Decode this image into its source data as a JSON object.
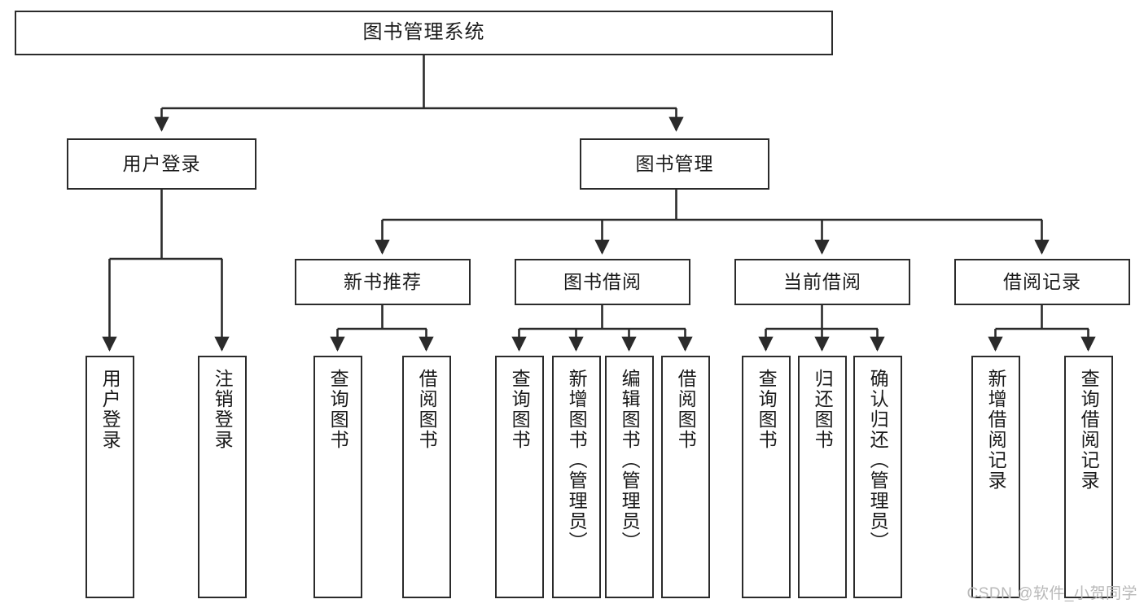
{
  "diagram": {
    "title": "图书管理系统",
    "type": "tree-hierarchy",
    "orientation": "top-down",
    "line_color": "#2b2b2b",
    "box_fill": "#ffffff",
    "text_color": "#1a1a1a"
  },
  "watermark": {
    "text": "CSDN @软件_小贺同学",
    "color": "#b9b9b9"
  },
  "nodes": {
    "root": {
      "label": "图书管理系统"
    },
    "level2": [
      {
        "id": "user-login",
        "label": "用户登录"
      },
      {
        "id": "book-manage",
        "label": "图书管理"
      }
    ],
    "level3": [
      {
        "id": "new-book-rec",
        "label": "新书推荐"
      },
      {
        "id": "book-borrow",
        "label": "图书借阅"
      },
      {
        "id": "current-borrow",
        "label": "当前借阅"
      },
      {
        "id": "borrow-record",
        "label": "借阅记录"
      }
    ],
    "leaves": {
      "user-login": [
        {
          "id": "leaf-user-login",
          "label": "用户登录"
        },
        {
          "id": "leaf-user-logout",
          "label": "注销登录"
        }
      ],
      "new-book-rec": [
        {
          "id": "leaf-query-book-1",
          "label": "查询图书"
        },
        {
          "id": "leaf-borrow-book-1",
          "label": "借阅图书"
        }
      ],
      "book-borrow": [
        {
          "id": "leaf-query-book-2",
          "label": "查询图书"
        },
        {
          "id": "leaf-add-book",
          "label": "新增图书（管理员）"
        },
        {
          "id": "leaf-edit-book",
          "label": "编辑图书（管理员）"
        },
        {
          "id": "leaf-borrow-book-2",
          "label": "借阅图书"
        }
      ],
      "current-borrow": [
        {
          "id": "leaf-query-book-3",
          "label": "查询图书"
        },
        {
          "id": "leaf-return-book",
          "label": "归还图书"
        },
        {
          "id": "leaf-confirm-return",
          "label": "确认归还（管理员）"
        }
      ],
      "borrow-record": [
        {
          "id": "leaf-add-record",
          "label": "新增借阅记录"
        },
        {
          "id": "leaf-query-record",
          "label": "查询借阅记录"
        }
      ]
    }
  }
}
